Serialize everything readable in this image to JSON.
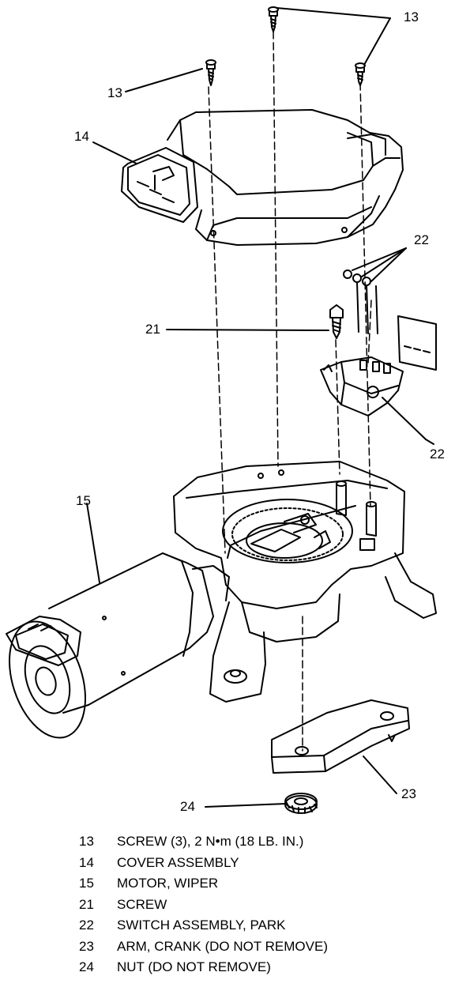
{
  "callouts": {
    "c13_top": "13",
    "c13_left": "13",
    "c14": "14",
    "c22_top": "22",
    "c21": "21",
    "c22_bottom": "22",
    "c15": "15",
    "c23": "23",
    "c24": "24"
  },
  "legend": [
    {
      "num": "13",
      "text": "SCREW (3), 2 N•m (18 LB. IN.)"
    },
    {
      "num": "14",
      "text": "COVER ASSEMBLY"
    },
    {
      "num": "15",
      "text": "MOTOR, WIPER"
    },
    {
      "num": "21",
      "text": "SCREW"
    },
    {
      "num": "22",
      "text": "SWITCH ASSEMBLY, PARK"
    },
    {
      "num": "23",
      "text": "ARM, CRANK (DO NOT REMOVE)"
    },
    {
      "num": "24",
      "text": "NUT (DO NOT REMOVE)"
    }
  ]
}
